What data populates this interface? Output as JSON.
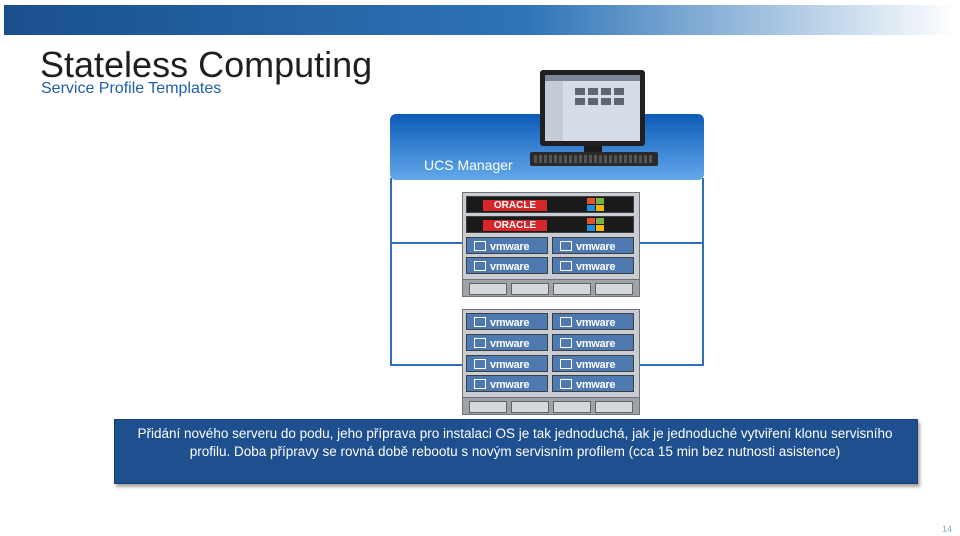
{
  "slide": {
    "title": "Stateless Computing",
    "subtitle": "Service Profile Templates",
    "ucs_label": "UCS Manager",
    "caption": "Přidání nového serveru do podu, jeho příprava pro instalaci OS je tak jednoduchá, jak je jednoduché vytviření klonu servisního profilu. Doba přípravy se rovná době rebootu s novým servisním profilem (cca 15 min bez nutnosti asistence)",
    "page_number": "14"
  },
  "chassis_top": {
    "rows": [
      {
        "left": "ORACLE",
        "right": "windows-logo"
      },
      {
        "left": "ORACLE",
        "right": "windows-logo"
      },
      {
        "left": "vmware",
        "right": "vmware"
      },
      {
        "left": "vmware",
        "right": "vmware"
      }
    ]
  },
  "chassis_bottom": {
    "rows": [
      {
        "left": "vmware",
        "right": "vmware"
      },
      {
        "left": "vmware",
        "right": "vmware"
      },
      {
        "left": "vmware",
        "right": "vmware"
      },
      {
        "left": "vmware",
        "right": "vmware"
      }
    ]
  },
  "colors": {
    "brand_blue": "#1f5fb0",
    "caption_bg": "#1e4f8f",
    "oracle_red": "#d6262a",
    "vmware_blue": "#4f79b1"
  }
}
